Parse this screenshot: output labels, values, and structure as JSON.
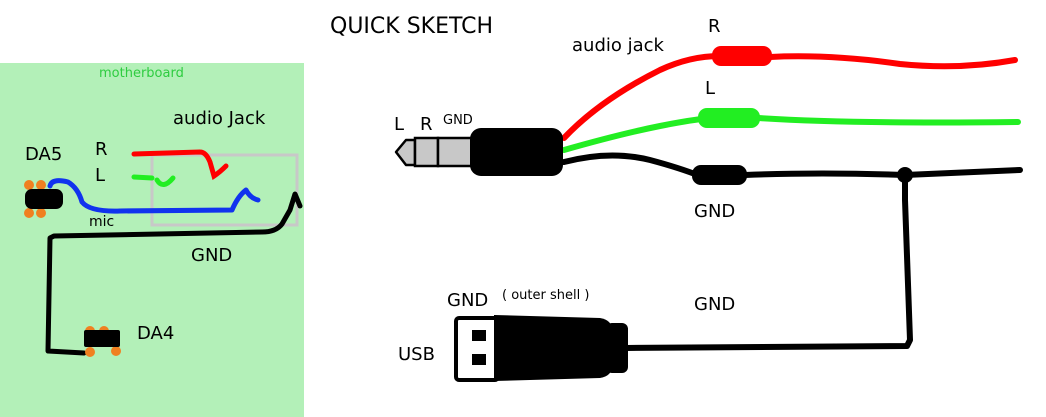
{
  "title": "QUICK SKETCH",
  "motherboard": {
    "label": "motherboard",
    "audio_jack_label": "audio Jack",
    "r_label": "R",
    "l_label": "L",
    "da5_label": "DA5",
    "da4_label": "DA4",
    "mic_label": "mic",
    "gnd_label": "GND"
  },
  "audio_jack": {
    "label": "audio jack",
    "l_label": "L",
    "r_label": "R",
    "gnd_label": "GND",
    "wire_r_label": "R",
    "wire_l_label": "L",
    "wire_gnd_label": "GND"
  },
  "usb": {
    "gnd_label": "GND",
    "shell_label": "( outer shell )",
    "usb_label": "USB",
    "wire_gnd_label": "GND"
  },
  "colors": {
    "board_bg": "#b3f0b8",
    "board_text": "#2ecc40",
    "wire_red": "#ff0000",
    "wire_green": "#22ee22",
    "wire_blue": "#1133ee",
    "wire_black": "#000000",
    "pad_orange": "#f08020",
    "jack_box": "#c8c8c8"
  }
}
